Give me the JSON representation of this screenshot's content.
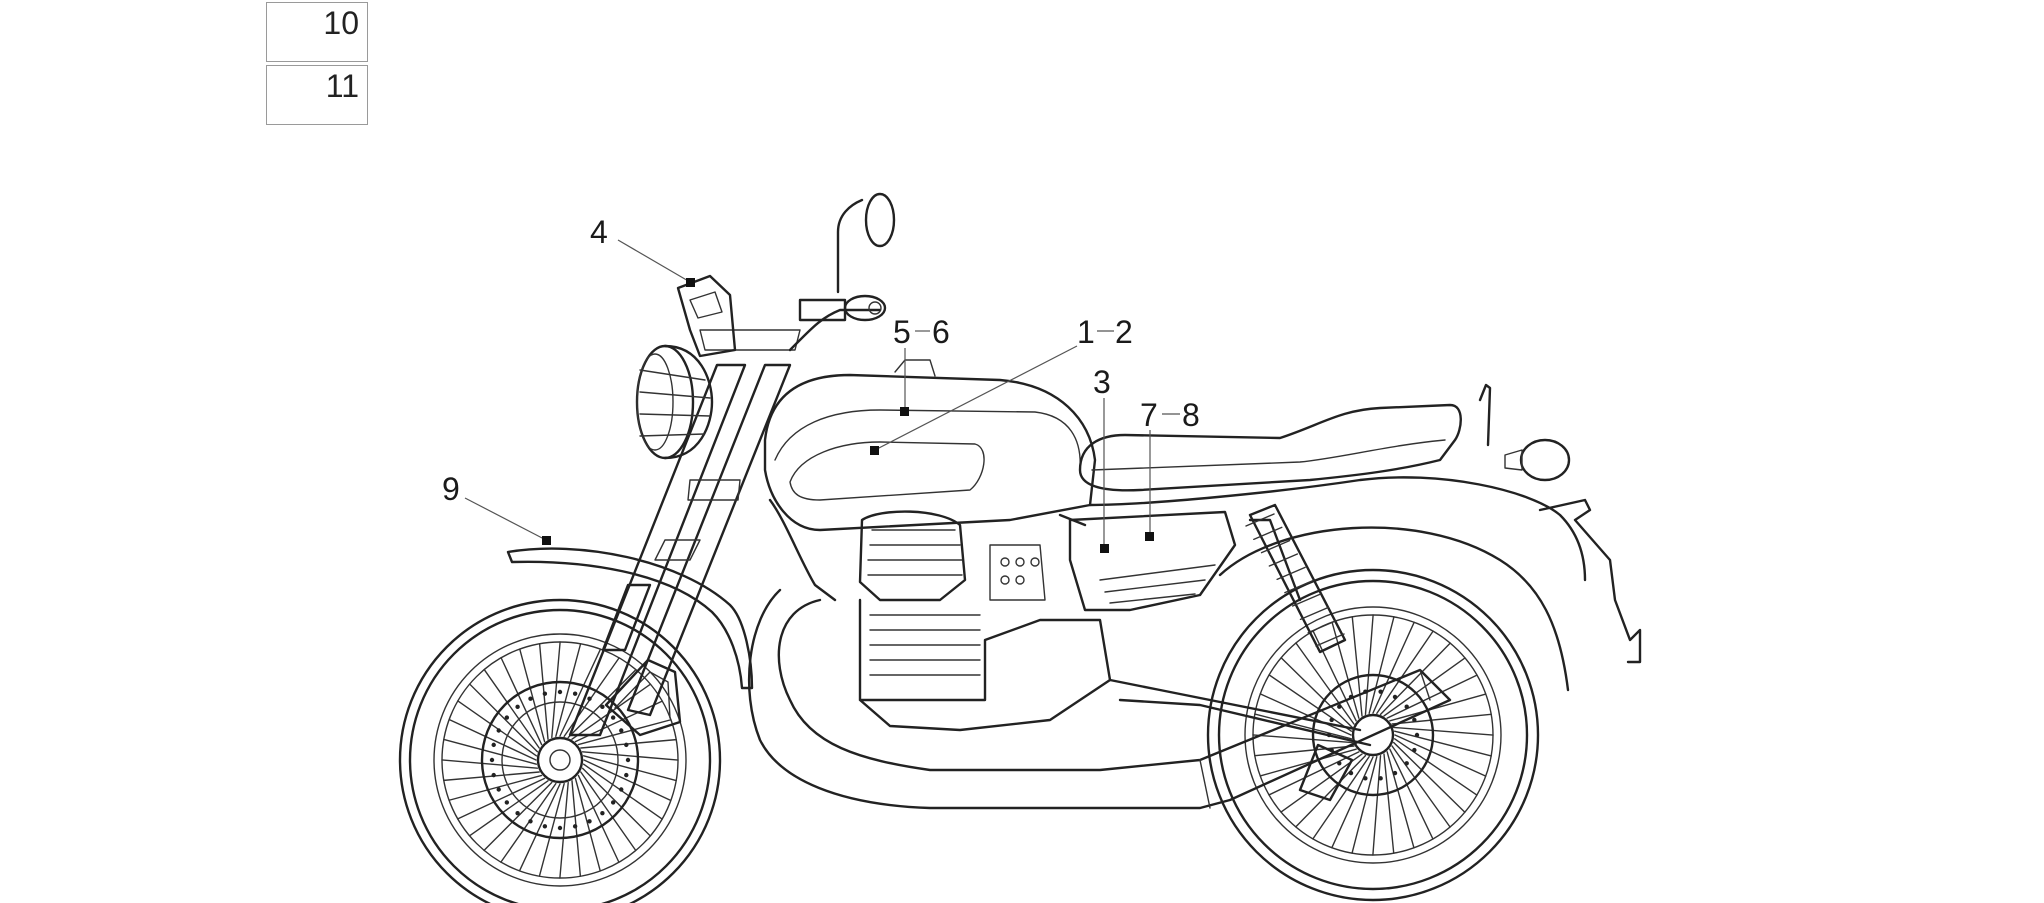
{
  "legend_boxes": [
    {
      "label": "10"
    },
    {
      "label": "11"
    }
  ],
  "callouts": {
    "c4": "4",
    "c56a": "5",
    "c56b": "6",
    "c12a": "1",
    "c12b": "2",
    "c3": "3",
    "c78a": "7",
    "c78b": "8",
    "c9": "9"
  }
}
